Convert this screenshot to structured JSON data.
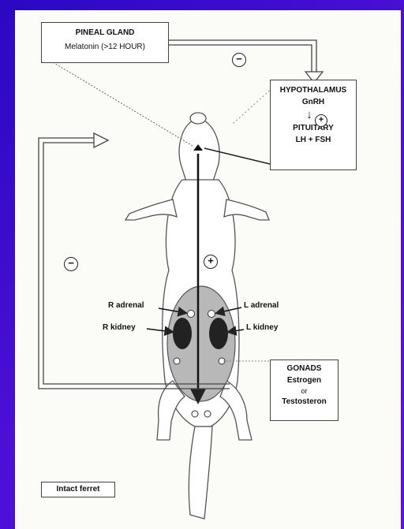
{
  "pineal": {
    "title": "PINEAL GLAND",
    "sub": "Melatonin (>12 HOUR)"
  },
  "hypothalamus": {
    "title": "HYPOTHALAMUS",
    "gnrh": "GnRH",
    "pituitary": "PITUITARY",
    "hormones": "LH + FSH"
  },
  "gonads": {
    "title": "GONADS",
    "line1": "Estrogen",
    "line2": "or",
    "line3": "Testosteron"
  },
  "labels": {
    "r_adrenal": "R adrenal",
    "l_adrenal": "L adrenal",
    "r_kidney": "R kidney",
    "l_kidney": "L kidney",
    "caption": "Intact ferret"
  },
  "signs": {
    "top_minus": "−",
    "left_minus": "−",
    "center_plus": "+",
    "hypo_plus": "+"
  }
}
